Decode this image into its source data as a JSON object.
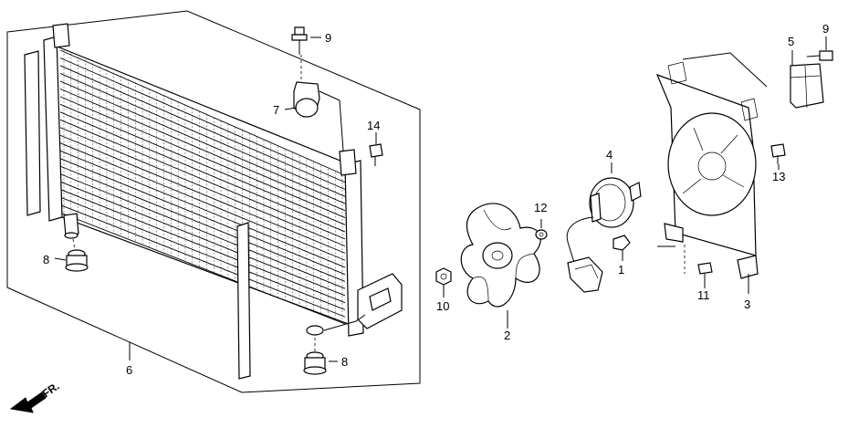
{
  "callouts": {
    "c1": "1",
    "c2": "2",
    "c3": "3",
    "c4": "4",
    "c5": "5",
    "c6": "6",
    "c7": "7",
    "c8a": "8",
    "c8b": "8",
    "c9a": "9",
    "c9b": "9",
    "c10": "10",
    "c11": "11",
    "c12": "12",
    "c13": "13",
    "c14": "14"
  },
  "direction_label": "FR.",
  "colors": {
    "line": "#000000",
    "background": "#ffffff"
  }
}
